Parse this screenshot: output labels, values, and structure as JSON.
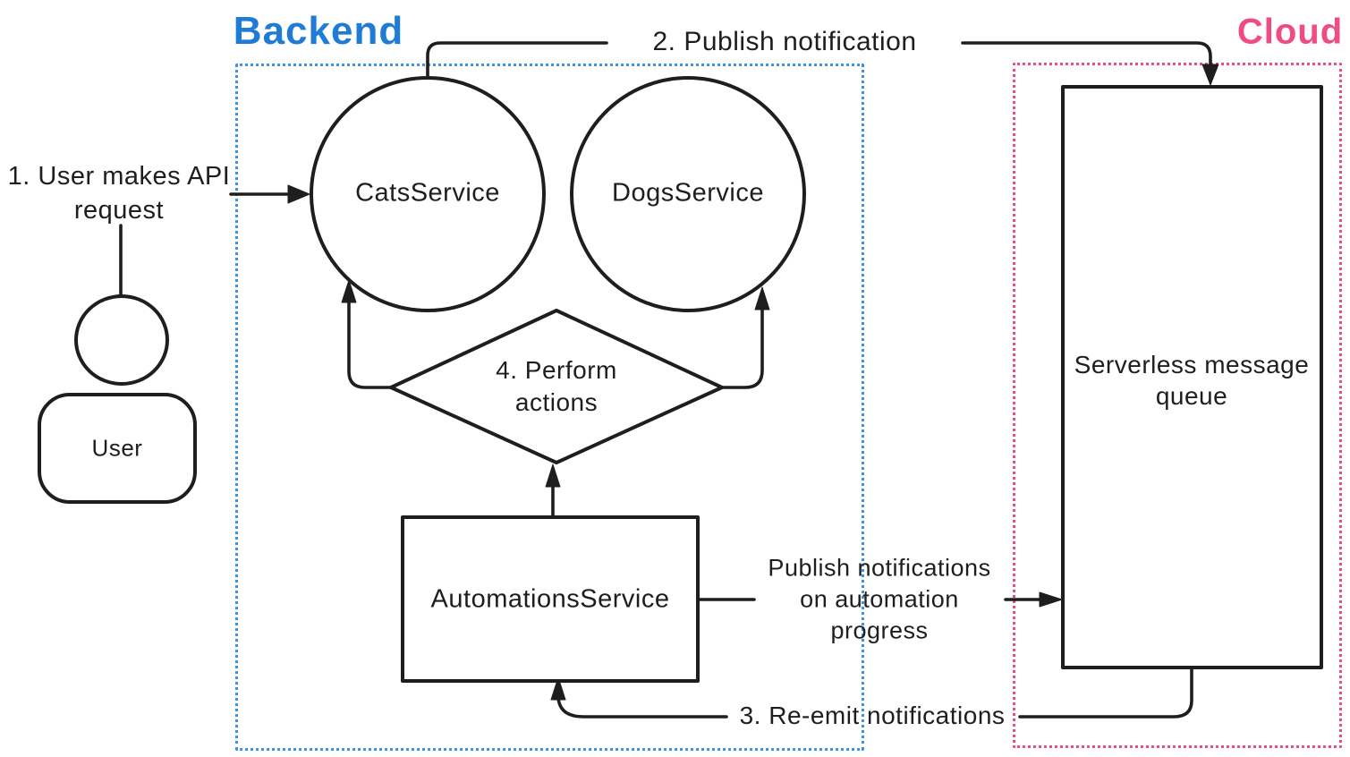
{
  "containers": {
    "backend": {
      "label": "Backend"
    },
    "cloud": {
      "label": "Cloud"
    }
  },
  "nodes": {
    "user": {
      "shape": "person",
      "label": "User"
    },
    "cats_service": {
      "shape": "ellipse",
      "label": "CatsService"
    },
    "dogs_service": {
      "shape": "ellipse",
      "label": "DogsService"
    },
    "perform_actions": {
      "shape": "diamond",
      "label_line1": "4. Perform",
      "label_line2": "actions"
    },
    "automations_service": {
      "shape": "rectangle",
      "label": "AutomationsService"
    },
    "message_queue": {
      "shape": "rectangle",
      "label_line1": "Serverless message",
      "label_line2": "queue"
    }
  },
  "edges": {
    "user_request": {
      "label_line1": "1. User makes API",
      "label_line2": "request"
    },
    "publish_notification": {
      "label": "2. Publish notification"
    },
    "re_emit_notifications": {
      "label": "3. Re-emit notifications"
    },
    "automation_progress": {
      "label_line1": "Publish notifications",
      "label_line2": "on automation",
      "label_line3": "progress"
    }
  },
  "colors": {
    "stroke": "#1e1e1e",
    "backend_title": "#1f7cd6",
    "backend_border": "#3c92e6",
    "cloud_title": "#ef4b84",
    "cloud_border": "#ea4c86",
    "background": "#ffffff"
  }
}
